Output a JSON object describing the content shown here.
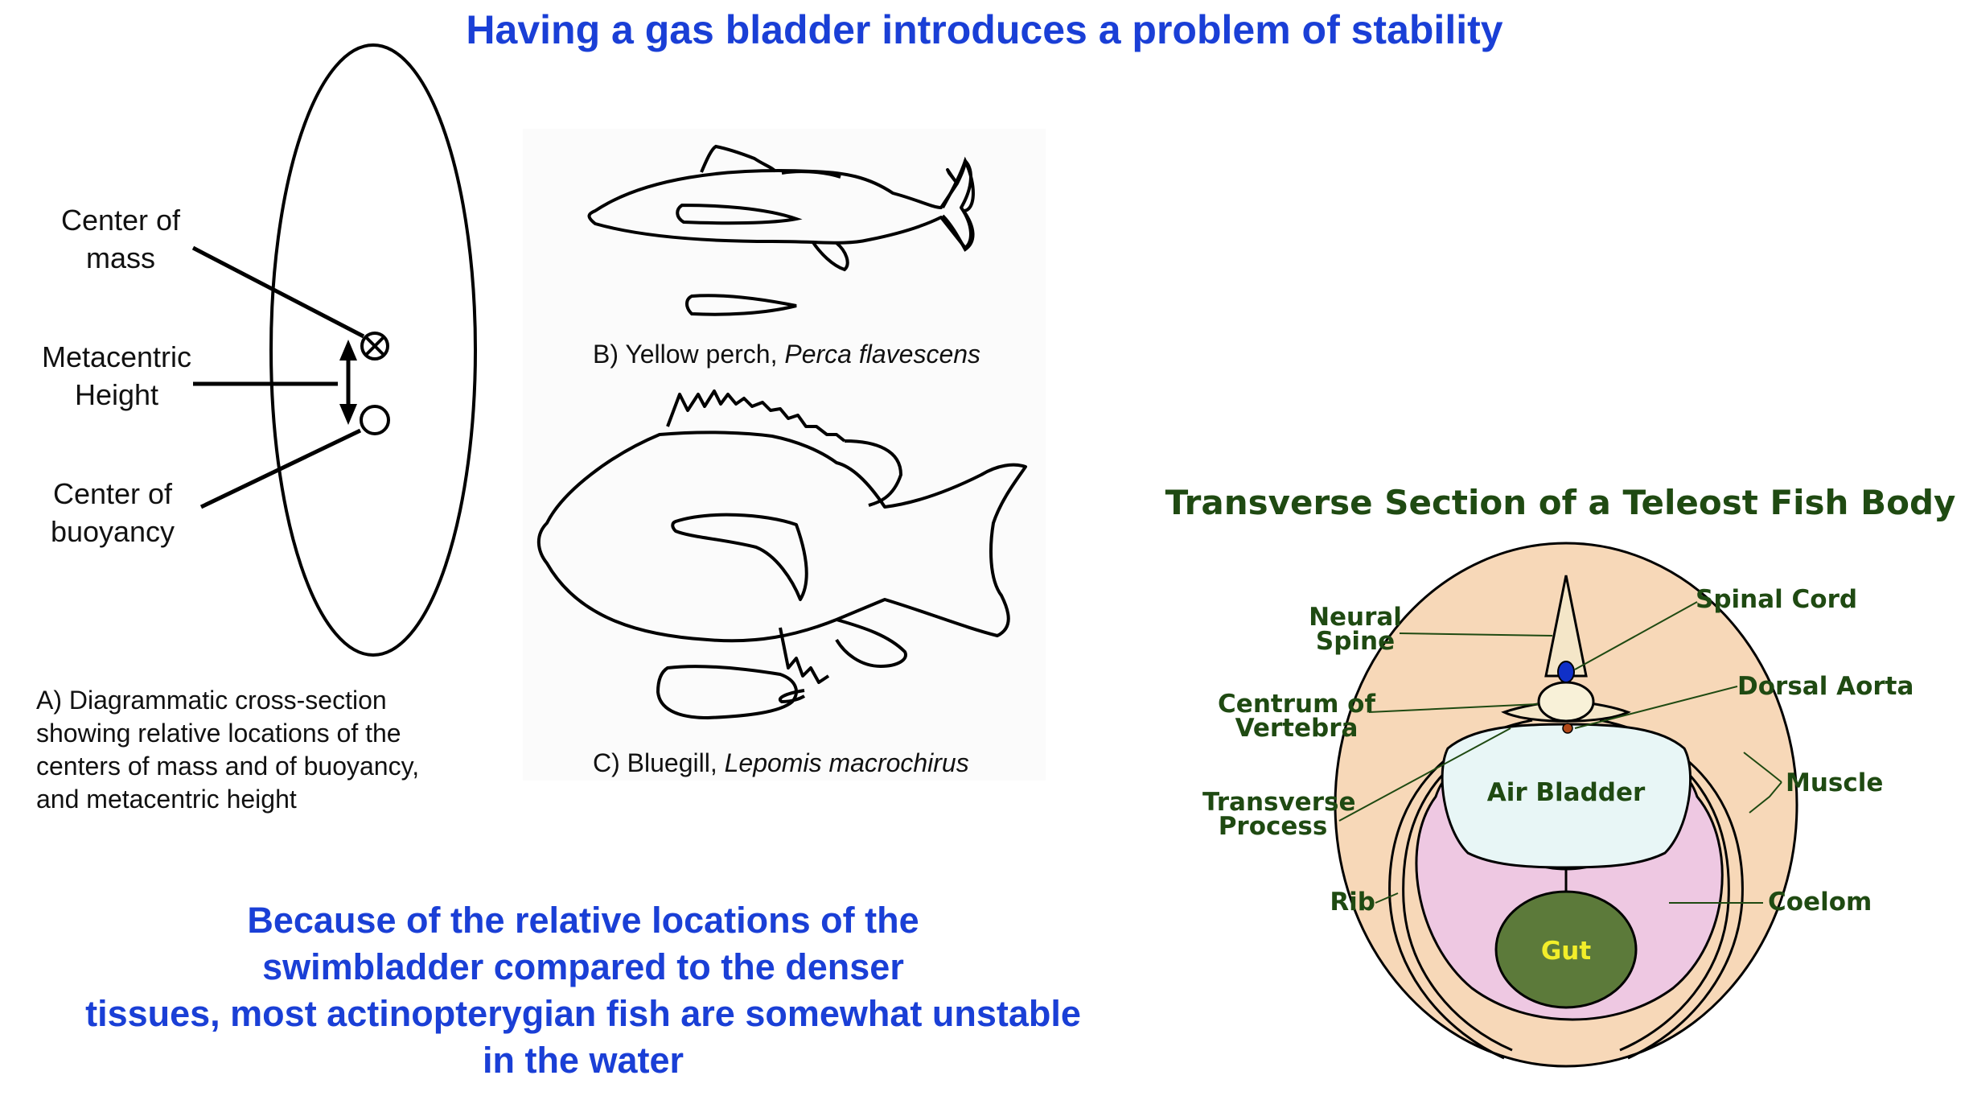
{
  "title": "Having a gas bladder introduces a problem of stability",
  "panel_a": {
    "labels": {
      "center_of_mass": [
        "Center of",
        "mass"
      ],
      "metacentric_height": [
        "Metacentric",
        "Height"
      ],
      "center_of_buoyancy": [
        "Center of",
        "buoyancy"
      ]
    },
    "caption": [
      "A) Diagrammatic cross-section",
      "showing relative locations of the",
      "centers of mass and of buoyancy,",
      "and metacentric height"
    ]
  },
  "panel_b": {
    "caption_prefix": "B) Yellow perch, ",
    "caption_species": "Perca flavescens"
  },
  "panel_c": {
    "caption_prefix": "C) Bluegill, ",
    "caption_species": "Lepomis macrochirus"
  },
  "bottom_note": [
    "Because of the relative locations of the",
    "swimbladder compared to the denser",
    "tissues, most actinopterygian fish are somewhat unstable",
    "in the water"
  ],
  "teleost": {
    "title": "Transverse Section of a Teleost  Fish Body",
    "labels": {
      "neural_spine": [
        "Neural",
        "Spine"
      ],
      "spinal_cord": "Spinal Cord",
      "centrum": [
        "Centrum of",
        "Vertebra"
      ],
      "dorsal_aorta": "Dorsal Aorta",
      "transverse_process": [
        "Transverse",
        "Process"
      ],
      "muscle": "Muscle",
      "air_bladder": "Air Bladder",
      "rib": "Rib",
      "coelom": "Coelom",
      "gut": "Gut"
    },
    "colors": {
      "muscle": "#f7d8b8",
      "coelom": "#eec8e2",
      "air_bladder": "#e8f6f6",
      "gut": "#5c7a3a",
      "gut_label": "#f2ee2a",
      "spinal_cord": "#1030c8",
      "aorta": "#b04818",
      "label": "#1f4a12"
    }
  }
}
